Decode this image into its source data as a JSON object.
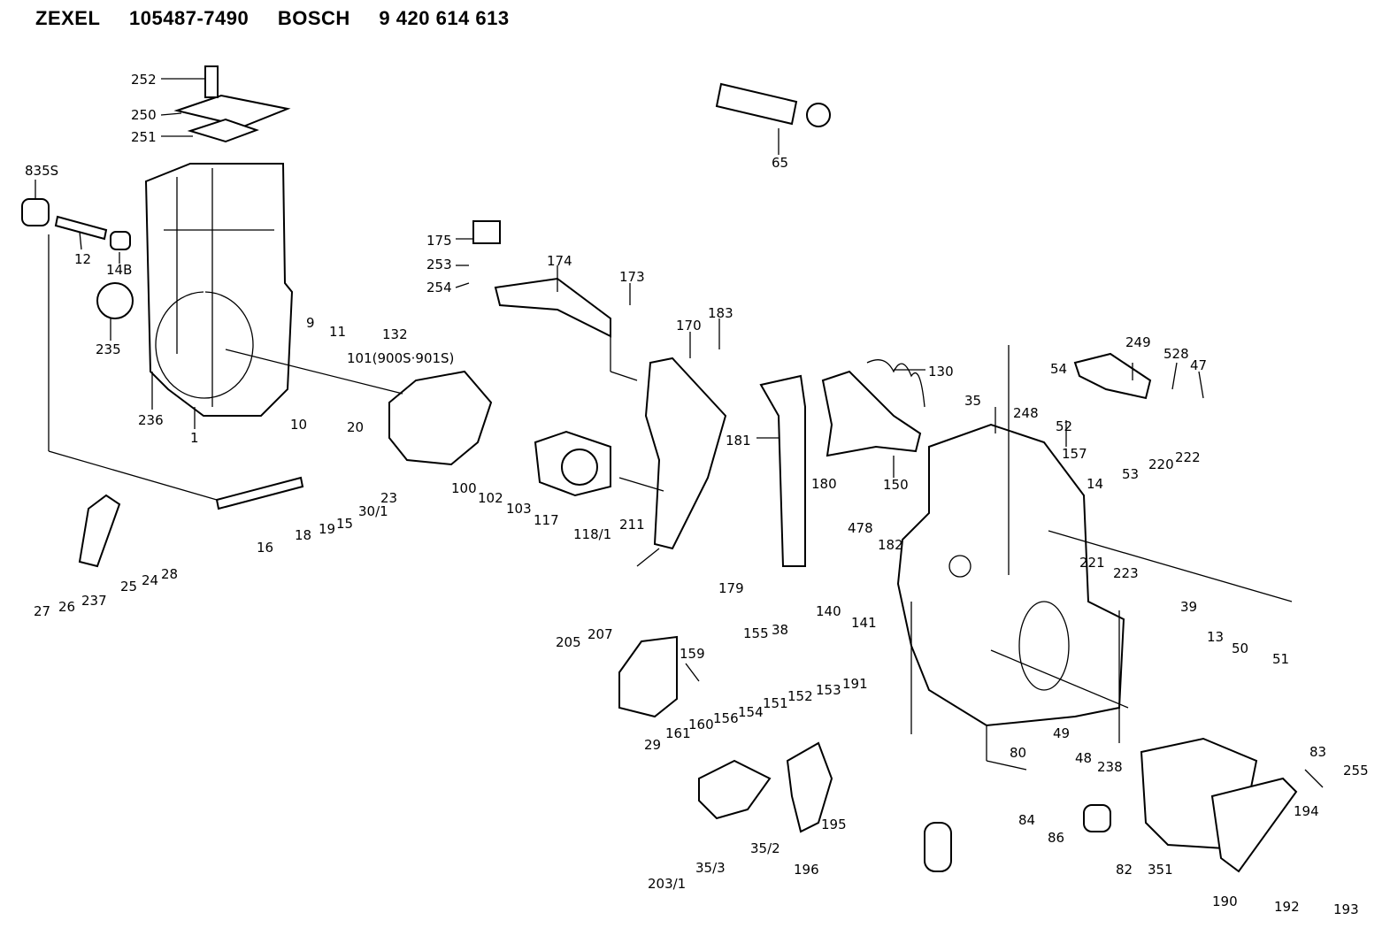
{
  "header": {
    "brand1": "ZEXEL",
    "part1": "105487-7490",
    "brand2": "BOSCH",
    "part2": "9 420 614 613"
  },
  "labels": [
    "252",
    "250",
    "251",
    "835S",
    "12",
    "14B",
    "235",
    "236",
    "1",
    "9",
    "11",
    "132",
    "10",
    "175",
    "253",
    "254",
    "174",
    "173",
    "65",
    "101(900S·901S)",
    "20",
    "23",
    "30/1",
    "15",
    "19",
    "18",
    "16",
    "100",
    "102",
    "103",
    "117",
    "118/1",
    "211",
    "205",
    "207",
    "170",
    "183",
    "181",
    "130",
    "150",
    "180",
    "179",
    "38",
    "478",
    "182",
    "140",
    "141",
    "155",
    "159",
    "161",
    "160",
    "156",
    "154",
    "151",
    "152",
    "153",
    "191",
    "29",
    "25",
    "24",
    "28",
    "27",
    "26",
    "237",
    "35",
    "248",
    "249",
    "54",
    "528",
    "47",
    "52",
    "157",
    "14",
    "53",
    "220",
    "222",
    "221",
    "223",
    "39",
    "13",
    "50",
    "51",
    "49",
    "48",
    "238",
    "80",
    "84",
    "86",
    "82",
    "351",
    "83",
    "255",
    "194",
    "193",
    "192",
    "190",
    "203/1",
    "35/3",
    "35/2",
    "196",
    "195"
  ]
}
